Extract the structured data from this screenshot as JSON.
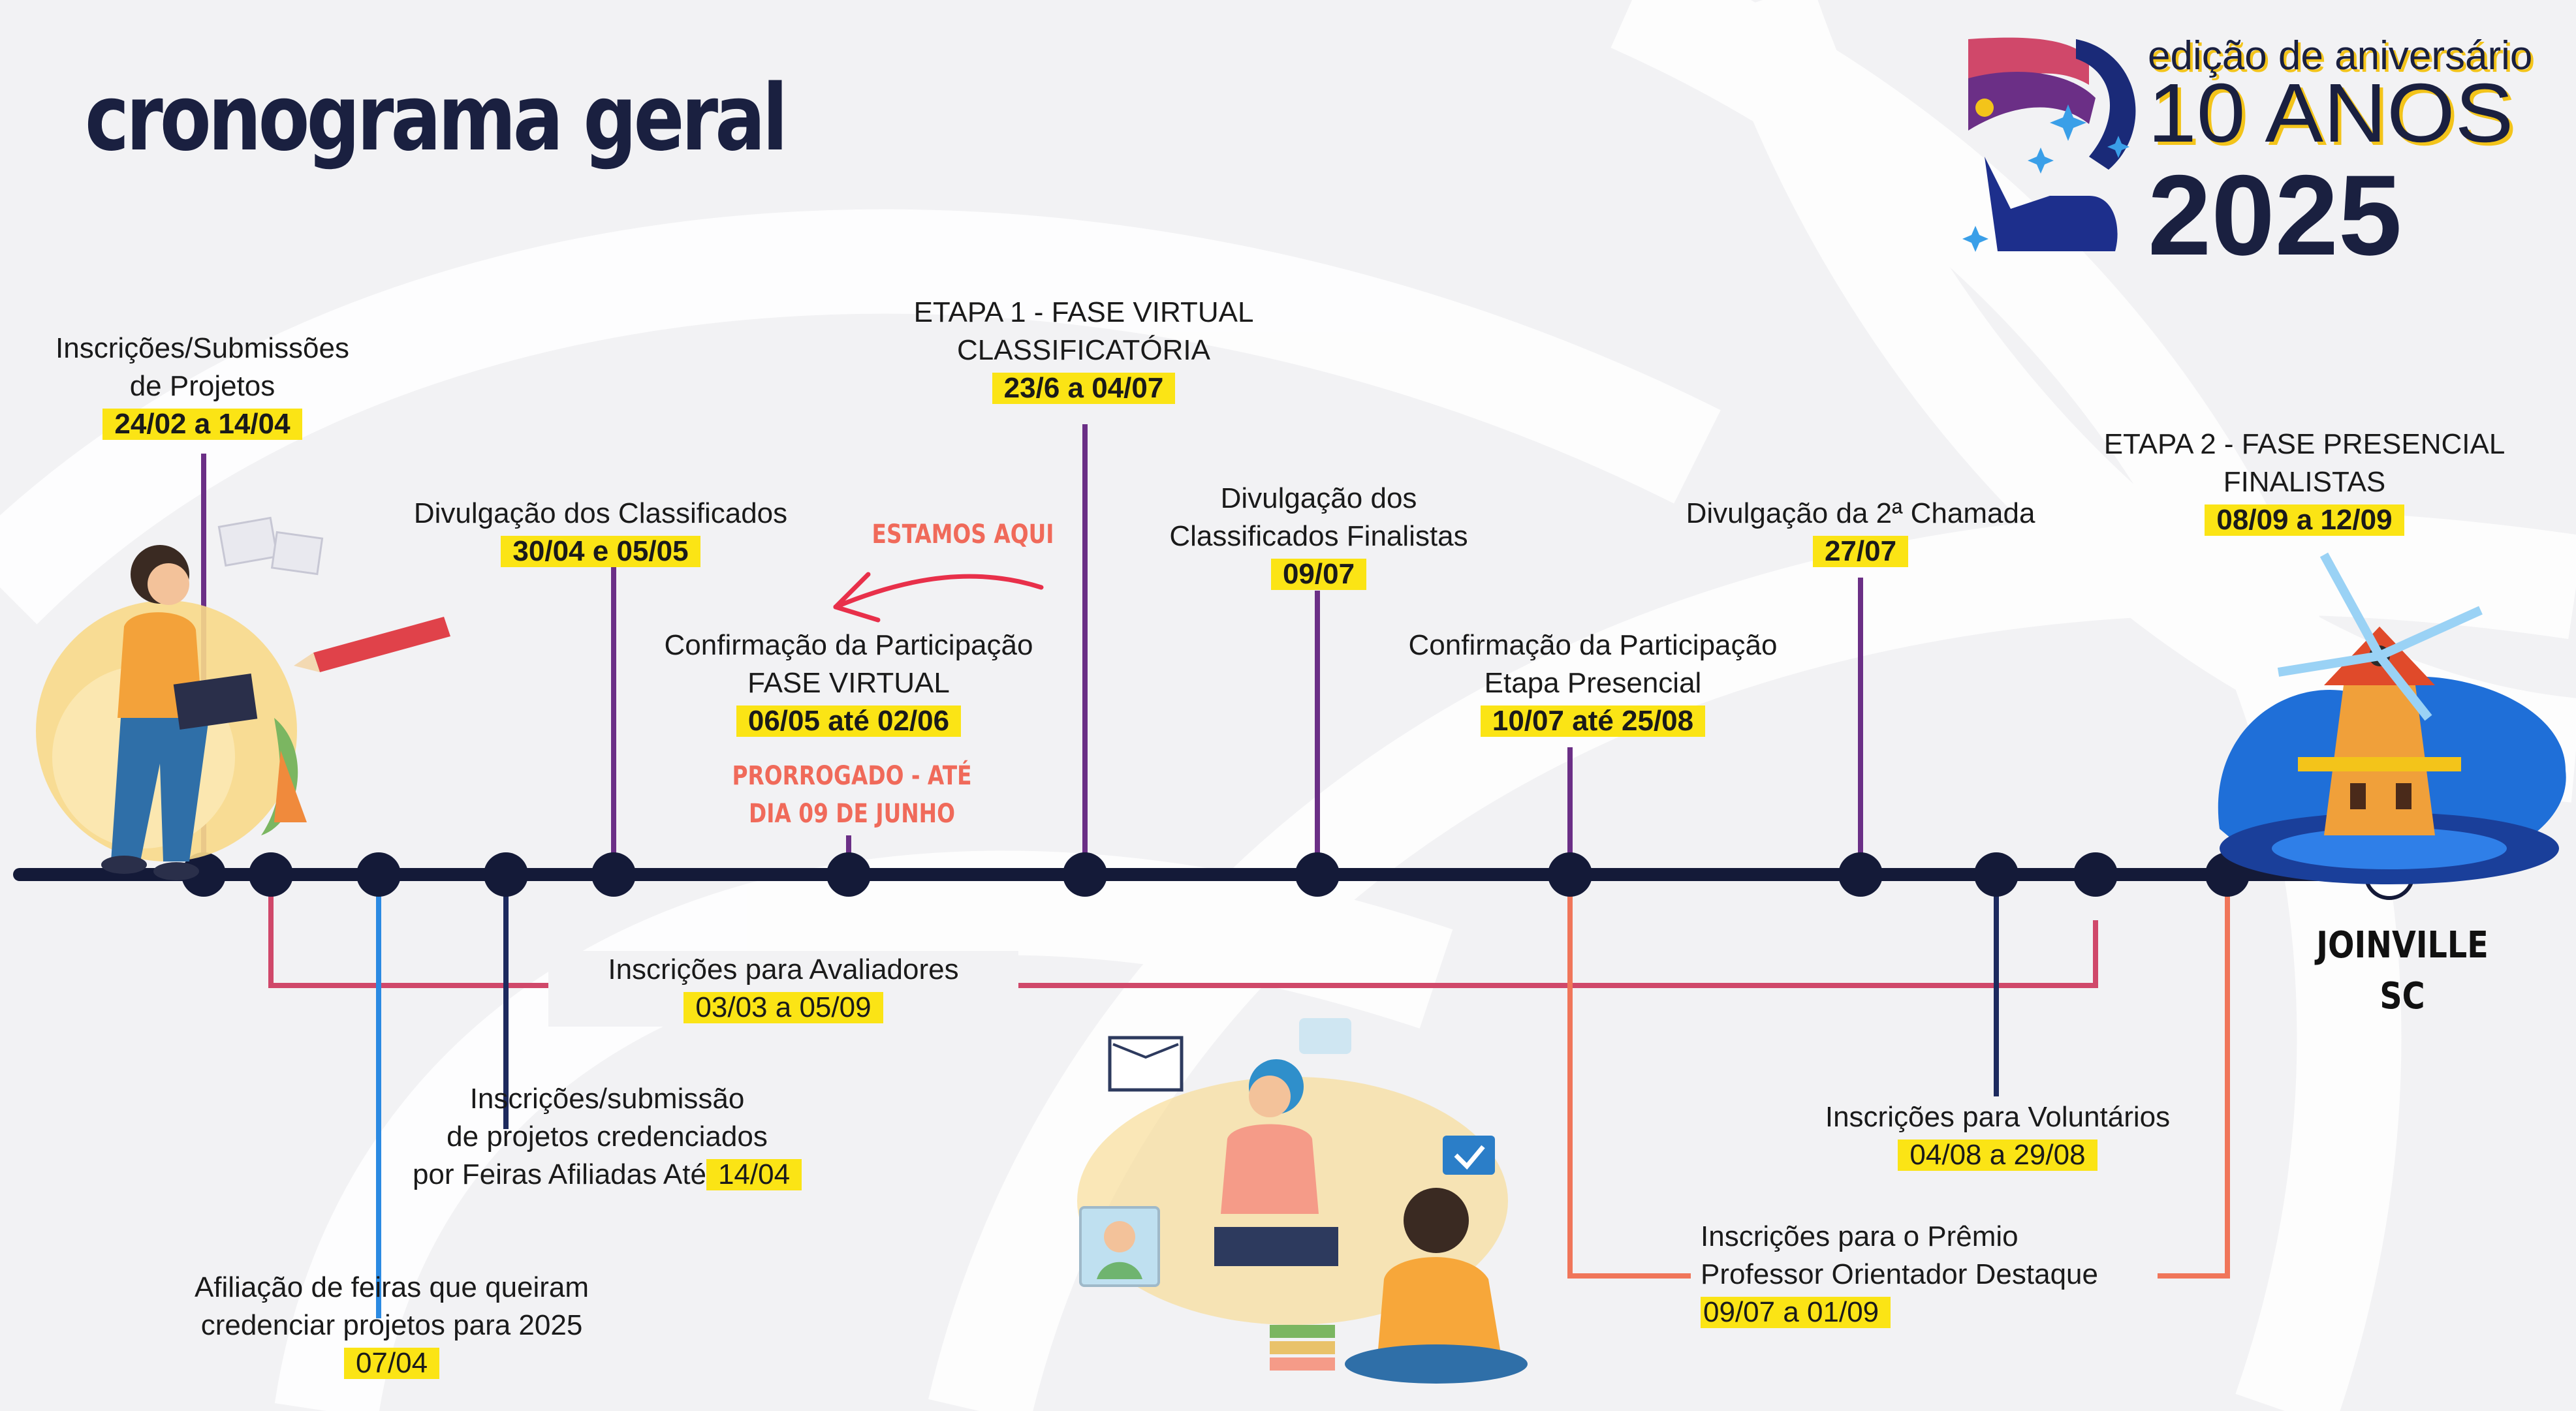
{
  "title": "cronograma geral",
  "logo": {
    "edition": "edição de aniversário",
    "anos": "10 ANOS",
    "year": "2025"
  },
  "colors": {
    "timeline": "#141a38",
    "purple": "#6b2f86",
    "pink": "#d0486a",
    "blue": "#2b8ae2",
    "navy": "#1d2a5e",
    "orange": "#f0765a",
    "highlight": "#fbe415",
    "note_red": "#f06a5a"
  },
  "events": {
    "inscricoes_projetos": {
      "l1": "Inscrições/Submissões",
      "l2": "de Projetos",
      "date": "24/02 a 14/04"
    },
    "divulgacao_classificados": {
      "l1": "Divulgação dos Classificados",
      "date": "30/04 e 05/05"
    },
    "estamos_aqui": "ESTAMOS AQUI",
    "confirmacao_virtual": {
      "l1": "Confirmação da Participação",
      "l2": "FASE VIRTUAL",
      "date": "06/05 até 02/06"
    },
    "prorrogado": {
      "l1": "PRORROGADO - ATÉ",
      "l2": "DIA 09 DE JUNHO"
    },
    "etapa1": {
      "l1": "ETAPA 1 - FASE VIRTUAL",
      "l2": "CLASSIFICATÓRIA",
      "date": "23/6 a 04/07"
    },
    "divulgacao_finalistas": {
      "l1": "Divulgação dos",
      "l2": "Classificados Finalistas",
      "date": "09/07"
    },
    "confirmacao_presencial": {
      "l1": "Confirmação da Participação",
      "l2": "Etapa Presencial",
      "date": "10/07 até 25/08"
    },
    "segunda_chamada": {
      "l1": "Divulgação da 2ª Chamada",
      "date": "27/07"
    },
    "etapa2": {
      "l1": "ETAPA 2 - FASE PRESENCIAL",
      "l2": "FINALISTAS",
      "date": "08/09 a 12/09"
    },
    "avaliadores": {
      "l1": "Inscrições para Avaliadores",
      "date": "03/03 a 05/09"
    },
    "credenciados": {
      "l1": "Inscrições/submissão",
      "l2": "de projetos credenciados",
      "l3": "por Feiras Afiliadas  Até",
      "date": "14/04"
    },
    "afiliacao": {
      "l1": "Afiliação de feiras que queiram",
      "l2": "credenciar projetos para 2025",
      "date": "07/04"
    },
    "voluntarios": {
      "l1": "Inscrições para Voluntários",
      "date": "04/08 a 29/08"
    },
    "premio": {
      "l1": "Inscrições para o Prêmio",
      "l2": "Professor Orientador Destaque",
      "date": "09/07 a 01/09"
    }
  },
  "location": {
    "city": "JOINVILLE",
    "state": "SC"
  }
}
